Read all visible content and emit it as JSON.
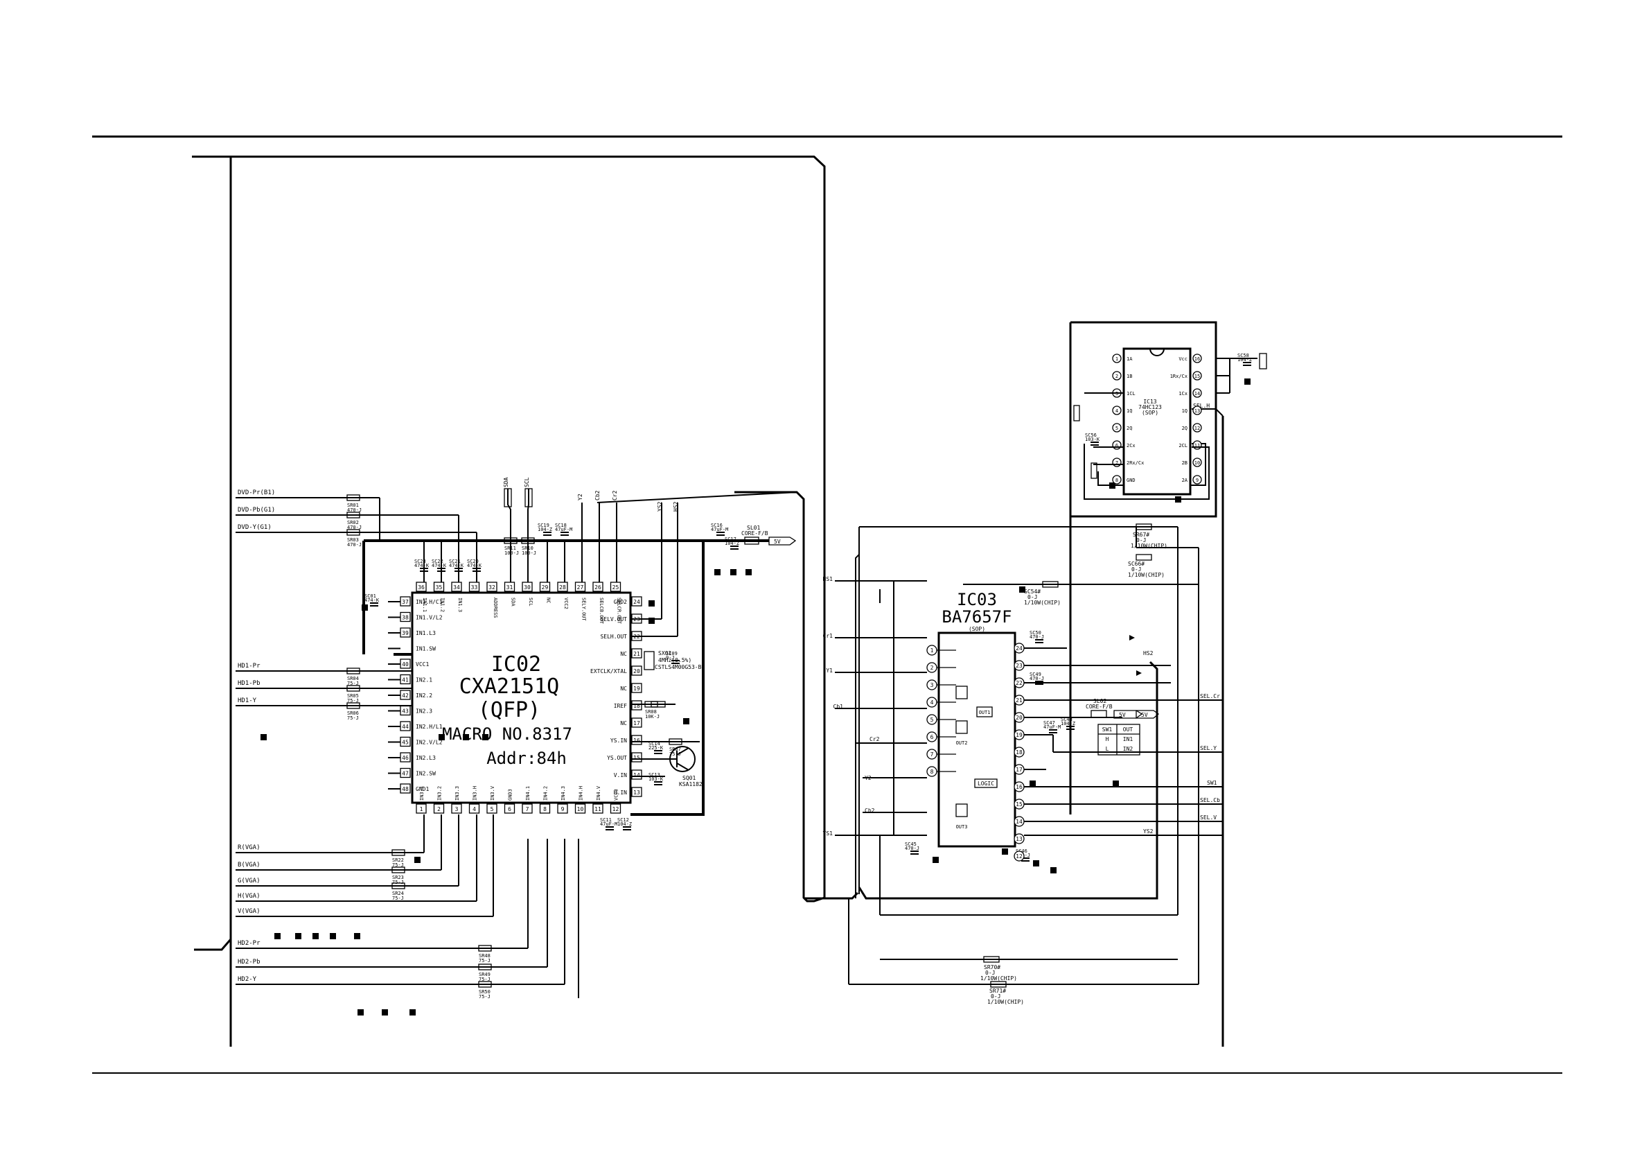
{
  "ic02": {
    "ref": "IC02",
    "part": "CXA2151Q",
    "pkg": "(QFP)",
    "macro": "MACRO NO.8317",
    "addr": "Addr:84h",
    "pins": {
      "left": [
        {
          "n": "37",
          "name": "IN1.H/C1"
        },
        {
          "n": "38",
          "name": "IN1.V/L2"
        },
        {
          "n": "39",
          "name": "IN1.L3"
        },
        {
          "n": "",
          "name": "IN1.SW"
        },
        {
          "n": "40",
          "name": "VCC1"
        },
        {
          "n": "41",
          "name": "IN2.1"
        },
        {
          "n": "42",
          "name": "IN2.2"
        },
        {
          "n": "43",
          "name": "IN2.3"
        },
        {
          "n": "44",
          "name": "IN2.H/L1"
        },
        {
          "n": "45",
          "name": "IN2.V/L2"
        },
        {
          "n": "46",
          "name": "IN2.L3"
        },
        {
          "n": "47",
          "name": "IN2.SW"
        },
        {
          "n": "48",
          "name": "GND1"
        }
      ],
      "right": [
        {
          "n": "24",
          "name": "GND2"
        },
        {
          "n": "23",
          "name": "SELV.OUT"
        },
        {
          "n": "22",
          "name": "SELH.OUT"
        },
        {
          "n": "21",
          "name": "NC"
        },
        {
          "n": "20",
          "name": "EXTCLK/XTAL"
        },
        {
          "n": "19",
          "name": "NC"
        },
        {
          "n": "18",
          "name": "IREF"
        },
        {
          "n": "17",
          "name": "NC"
        },
        {
          "n": "16",
          "name": "YS.IN"
        },
        {
          "n": "15",
          "name": "YS.OUT"
        },
        {
          "n": "14",
          "name": "V.IN"
        },
        {
          "n": "13",
          "name": "H.IN"
        }
      ],
      "top": [
        "36",
        "35",
        "34",
        "33",
        "32",
        "31",
        "30",
        "29",
        "28",
        "27",
        "26",
        "25"
      ],
      "top_names": [
        "IN1.1",
        "IN1.2",
        "IN1.3",
        "",
        "ADDRESS",
        "SDA",
        "SCL",
        "NC",
        "VCC2",
        "SELY.OUT",
        "SELCB.OUT",
        "SELCR.OUT"
      ],
      "bottom": [
        "1",
        "2",
        "3",
        "4",
        "5",
        "6",
        "7",
        "8",
        "9",
        "10",
        "11",
        "12"
      ],
      "bottom_names": [
        "IN3.1",
        "IN3.2",
        "IN3.3",
        "IN3.H",
        "IN3.V",
        "GND3",
        "IN4.1",
        "IN4.2",
        "IN4.3",
        "IN4.H",
        "IN4.V",
        "VCC3"
      ]
    }
  },
  "ic03": {
    "ref": "IC03",
    "part": "BA7657F",
    "pkg": "(SOP)",
    "logic": "LOGIC",
    "pins_left": [
      "1",
      "2",
      "3",
      "4",
      "5",
      "6",
      "7",
      "8"
    ],
    "pins_right": [
      "24",
      "23",
      "22",
      "21",
      "20",
      "19",
      "18",
      "17",
      "16",
      "15",
      "14",
      "13",
      "12"
    ],
    "blocks": [
      "OUT1",
      "OUT2",
      "OUT3"
    ]
  },
  "ic13": {
    "ref": "IC13",
    "part": "74HC123",
    "pkg": "(SOP)",
    "left": [
      {
        "n": "1",
        "name": "1A"
      },
      {
        "n": "2",
        "name": "1B"
      },
      {
        "n": "3",
        "name": "1CL"
      },
      {
        "n": "4",
        "name": "1Q"
      },
      {
        "n": "5",
        "name": "2Q"
      },
      {
        "n": "6",
        "name": "2Cx"
      },
      {
        "n": "7",
        "name": "2Rx/Cx"
      },
      {
        "n": "8",
        "name": "GND"
      }
    ],
    "right": [
      {
        "n": "16",
        "name": "Vcc"
      },
      {
        "n": "15",
        "name": "1Rx/Cx"
      },
      {
        "n": "14",
        "name": "1Cx"
      },
      {
        "n": "13",
        "name": "1Q"
      },
      {
        "n": "12",
        "name": "2Q"
      },
      {
        "n": "11",
        "name": "2CL"
      },
      {
        "n": "10",
        "name": "2B"
      },
      {
        "n": "9",
        "name": "2A"
      }
    ]
  },
  "truth_table": {
    "headers": [
      "SW1",
      "OUT"
    ],
    "rows": [
      [
        "H",
        "IN1"
      ],
      [
        "L",
        "IN2"
      ]
    ]
  },
  "nets": {
    "dvd_in": [
      "DVD-Pr(B1)",
      "DVD-Pb(G1)",
      "DVD-Y(G1)"
    ],
    "hd1_in": [
      "HD1-Pr",
      "HD1-Pb",
      "HD1-Y"
    ],
    "vga_in": [
      "R(VGA)",
      "B(VGA)",
      "G(VGA)",
      "H(VGA)",
      "V(VGA)"
    ],
    "hd2_in": [
      "HD2-Pr",
      "HD2-Pb",
      "HD2-Y"
    ],
    "bus_top": [
      "SDA",
      "SCL"
    ],
    "ic02_out": [
      "Y2",
      "Cb2",
      "Cr2",
      "YS2",
      "HS2"
    ],
    "ic03_in": [
      "HS1",
      "Cr1",
      "Y1",
      "Cb1",
      "Cr2",
      "Y2",
      "Cb2",
      "YS1"
    ],
    "ic03_out": [
      "SEL.H",
      "SEL.Cr",
      "SEL.Y",
      "SW1",
      "SEL.Cb",
      "SEL.V",
      "YS2",
      "HS2"
    ],
    "supply": [
      "5V",
      "5V",
      "5V"
    ]
  },
  "parts": {
    "crystal": {
      "ref": "SX01",
      "val": "4MHz(0.5%)",
      "pn": "CSTLS4M00G53-B0"
    },
    "transistor": {
      "ref": "SQ01",
      "type": "KSA1182"
    },
    "coil_1": {
      "ref": "SL01",
      "val": "CORE-F/B"
    },
    "coil_2": {
      "ref": "SL02",
      "val": "CORE-F/B"
    },
    "chip_resistors": [
      {
        "ref": "SR67#",
        "val": "0-J",
        "note": "1/10W(CHIP)"
      },
      {
        "ref": "SC66#",
        "val": "0-J",
        "note": "1/10W(CHIP)"
      },
      {
        "ref": "SC54#",
        "val": "0-J",
        "note": "1/10W(CHIP)"
      },
      {
        "ref": "SR70#",
        "val": "0-J",
        "note": "1/10W(CHIP)"
      },
      {
        "ref": "SR71#",
        "val": "0-J",
        "note": "1/10W(CHIP)"
      }
    ],
    "caps": [
      {
        "ref": "SC23",
        "val": "474-K"
      },
      {
        "ref": "SC22",
        "val": "474-K"
      },
      {
        "ref": "SC21",
        "val": "474-K"
      },
      {
        "ref": "SC20",
        "val": "474-K"
      },
      {
        "ref": "SC19",
        "val": "104-Z"
      },
      {
        "ref": "SC18",
        "val": "47uF-M"
      },
      {
        "ref": "SC16",
        "val": "47uF-M"
      },
      {
        "ref": "SC17",
        "val": "104-Z"
      },
      {
        "ref": "SC01",
        "val": "474-K"
      },
      {
        "ref": "SC09",
        "val": "0-J"
      },
      {
        "ref": "SC14",
        "val": "225-K"
      },
      {
        "ref": "SC13",
        "val": "103-K"
      },
      {
        "ref": "SC11",
        "val": "47uF-M"
      },
      {
        "ref": "SC12",
        "val": "104-Z"
      },
      {
        "ref": "SC50",
        "val": "470-J"
      },
      {
        "ref": "SC49",
        "val": "470-J"
      },
      {
        "ref": "SC47",
        "val": "47uF-M"
      },
      {
        "ref": "SC48",
        "val": "104-Z"
      },
      {
        "ref": "SC45",
        "val": "470-J"
      },
      {
        "ref": "SC46",
        "val": "470-J"
      },
      {
        "ref": "SC56",
        "val": "103-K"
      },
      {
        "ref": "SC58",
        "val": "104-Z"
      }
    ],
    "resistors": [
      {
        "ref": "SR11",
        "val": "100-J"
      },
      {
        "ref": "SR10",
        "val": "100-J"
      },
      {
        "ref": "SR08",
        "val": "10K-J"
      },
      {
        "ref": "SR07",
        "val": "75-J"
      },
      {
        "ref": "SR01",
        "val": "470-J"
      },
      {
        "ref": "SR02",
        "val": "470-J"
      },
      {
        "ref": "SR03",
        "val": "470-J"
      },
      {
        "ref": "SR04",
        "val": "75-J"
      },
      {
        "ref": "SR05",
        "val": "75-J"
      },
      {
        "ref": "SR06",
        "val": "75-J"
      },
      {
        "ref": "SR22",
        "val": "75-J"
      },
      {
        "ref": "SR23",
        "val": "75-J"
      },
      {
        "ref": "SR24",
        "val": "75-J"
      },
      {
        "ref": "SR48",
        "val": "75-J"
      },
      {
        "ref": "SR49",
        "val": "75-J"
      },
      {
        "ref": "SR50",
        "val": "75-J"
      }
    ]
  }
}
